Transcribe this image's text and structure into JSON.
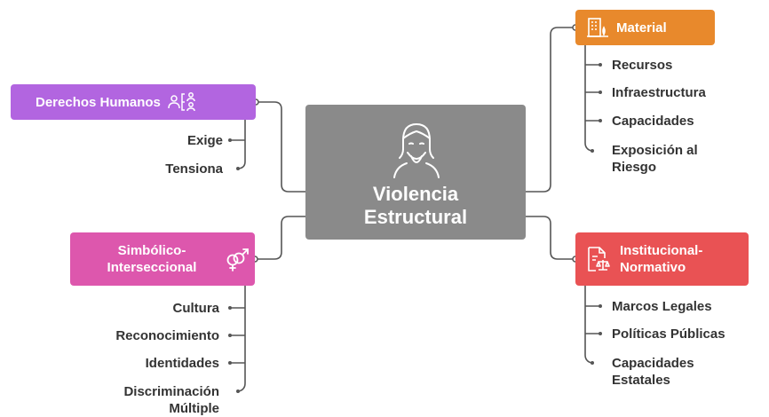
{
  "center": {
    "title": "Violencia\nEstructural",
    "icon": "woman-face-icon"
  },
  "colors": {
    "center": "#8a8a8a",
    "material": "#e8892c",
    "derechos": "#b265e0",
    "simbolico": "#dd57ad",
    "institucional": "#e95254",
    "line": "#555555",
    "leaf_text": "#333333"
  },
  "branches": {
    "material": {
      "label": "Material",
      "icon": "building-icon",
      "items": [
        "Recursos",
        "Infraestructura",
        "Capacidades",
        "Exposición al\nRiesgo"
      ]
    },
    "derechos": {
      "label": "Derechos Humanos",
      "icon": "people-network-icon",
      "items": [
        "Exige",
        "Tensiona"
      ]
    },
    "simbolico": {
      "label": "Simbólico-\nInterseccional",
      "icon": "gender-symbols-icon",
      "items": [
        "Cultura",
        "Reconocimiento",
        "Identidades",
        "Discriminación\nMúltiple"
      ]
    },
    "institucional": {
      "label": "Institucional-\nNormativo",
      "icon": "legal-document-icon",
      "items": [
        "Marcos Legales",
        "Políticas Públicas",
        "Capacidades\nEstatales"
      ]
    }
  }
}
